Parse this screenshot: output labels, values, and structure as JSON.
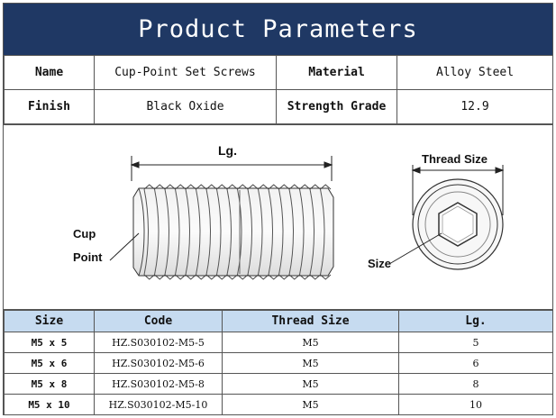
{
  "title": "Product Parameters",
  "params": {
    "rows": [
      {
        "label1": "Name",
        "value1": "Cup-Point Set Screws",
        "label2": "Material",
        "value2": "Alloy Steel"
      },
      {
        "label1": "Finish",
        "value1": "Black Oxide",
        "label2": "Strength Grade",
        "value2": "12.9"
      }
    ]
  },
  "drawing": {
    "length_label": "Lg.",
    "cup_label": "Cup",
    "point_label": "Point",
    "thread_size_label": "Thread Size",
    "size_label": "Size"
  },
  "sizes": {
    "headers": [
      "Size",
      "Code",
      "Thread Size",
      "Lg."
    ],
    "rows": [
      {
        "size": "M5 x 5",
        "code": "HZ.S030102-M5-5",
        "thread": "M5",
        "length": "5"
      },
      {
        "size": "M5 x 6",
        "code": "HZ.S030102-M5-6",
        "thread": "M5",
        "length": "6"
      },
      {
        "size": "M5 x 8",
        "code": "HZ.S030102-M5-8",
        "thread": "M5",
        "length": "8"
      },
      {
        "size": "M5 x 10",
        "code": "HZ.S030102-M5-10",
        "thread": "M5",
        "length": "10"
      }
    ]
  },
  "colors": {
    "header_band": "#1f3864",
    "table_header": "#c6dbf0"
  }
}
